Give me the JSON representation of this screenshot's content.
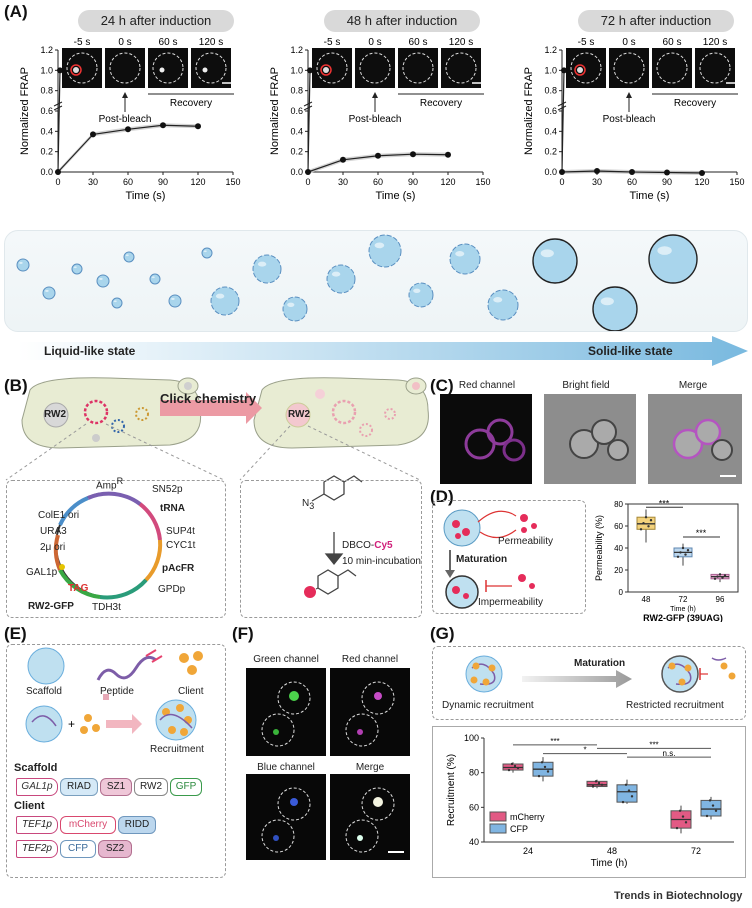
{
  "panel_labels": {
    "A": "(A)",
    "B": "(B)",
    "C": "(C)",
    "D": "(D)",
    "E": "(E)",
    "F": "(F)",
    "G": "(G)"
  },
  "frap": {
    "titles": [
      "24 h after induction",
      "48 h after induction",
      "72 h after induction"
    ],
    "timepoints": [
      "-5 s",
      "0 s",
      "60 s",
      "120 s"
    ],
    "ylabel": "Normalized FRAP",
    "xlabel": "Time (s)",
    "post_bleach": "Post-bleach",
    "recovery": "Recovery"
  },
  "chart_data": [
    {
      "type": "line",
      "title": "24 h after induction",
      "xlabel": "Time (s)",
      "ylabel": "Normalized FRAP",
      "xlim": [
        0,
        150
      ],
      "ylim": [
        0,
        1.2
      ],
      "x": [
        -5,
        0,
        30,
        60,
        90,
        120
      ],
      "y": [
        1.0,
        0.0,
        0.37,
        0.42,
        0.46,
        0.45
      ]
    },
    {
      "type": "line",
      "title": "48 h after induction",
      "xlabel": "Time (s)",
      "ylabel": "Normalized FRAP",
      "xlim": [
        0,
        150
      ],
      "ylim": [
        0,
        1.2
      ],
      "x": [
        -5,
        0,
        30,
        60,
        90,
        120
      ],
      "y": [
        1.0,
        0.0,
        0.12,
        0.16,
        0.175,
        0.17
      ]
    },
    {
      "type": "line",
      "title": "72 h after induction",
      "xlabel": "Time (s)",
      "ylabel": "Normalized FRAP",
      "xlim": [
        0,
        150
      ],
      "ylim": [
        0,
        1.2
      ],
      "x": [
        -5,
        0,
        30,
        60,
        90,
        120
      ],
      "y": [
        1.0,
        0.0,
        0.01,
        0.0,
        -0.005,
        -0.01
      ]
    },
    {
      "type": "box",
      "title": "",
      "xlabel": "RW2-GFP (39UAG)",
      "ylabel": "Permeability (%)",
      "ylim": [
        0,
        80
      ],
      "categories": [
        "48",
        "72",
        "96"
      ],
      "medians": [
        62,
        36,
        14
      ],
      "q1": [
        57,
        32,
        12
      ],
      "q3": [
        68,
        40,
        16
      ],
      "min": [
        45,
        24,
        9
      ],
      "max": [
        75,
        44,
        17
      ],
      "significance": [
        "***",
        "***"
      ],
      "tick_caption": "Time (h)"
    },
    {
      "type": "box",
      "title": "",
      "xlabel": "Time (h)",
      "ylabel": "Recruitment (%)",
      "ylim": [
        40,
        100
      ],
      "categories": [
        "24",
        "48",
        "72"
      ],
      "series": [
        {
          "name": "mCherry",
          "medians": [
            83,
            73,
            53
          ],
          "q1": [
            81.5,
            72,
            48
          ],
          "q3": [
            85,
            75,
            58
          ],
          "min": [
            80,
            71,
            45
          ],
          "max": [
            86,
            76,
            61
          ]
        },
        {
          "name": "CFP",
          "medians": [
            82,
            69,
            59
          ],
          "q1": [
            78,
            63,
            55
          ],
          "q3": [
            86,
            73,
            64
          ],
          "min": [
            75,
            62,
            53
          ],
          "max": [
            89,
            76,
            66
          ]
        }
      ],
      "significance": [
        "***",
        "***",
        "*",
        "n.s."
      ]
    }
  ],
  "state_arrow": {
    "left": "Liquid-like state",
    "right": "Solid-like state"
  },
  "panelB": {
    "rw2": "RW2",
    "click": "Click chemistry",
    "plasmid": [
      "ColE1 ori",
      "URA3",
      "2μ ori",
      "GAL1p",
      "TAG",
      "RW2-GFP",
      "TDH3t",
      "GPDp",
      "pAcFR",
      "CYC1t",
      "SUP4t",
      "tRNA",
      "SN52p",
      "Amp"
    ],
    "amp_sup": "R",
    "n3": "N",
    "n3_sub": "3",
    "dbco": "DBCO-",
    "cy5": "Cy5",
    "incubation": "10 min-incubation"
  },
  "panelC": {
    "titles": [
      "Red channel",
      "Bright field",
      "Merge"
    ]
  },
  "panelD": {
    "permeability": "Permeability",
    "maturation": "Maturation",
    "impermeability": "Impermeability"
  },
  "panelE": {
    "scaffold": "Scaffold",
    "peptide": "Peptide",
    "client": "Client",
    "recruitment": "Recruitment",
    "scaffold_h": "Scaffold",
    "client_h": "Client",
    "row1": [
      "GAL1p",
      "RIAD",
      "SZ1",
      "RW2",
      "GFP"
    ],
    "row2": [
      "TEF1p",
      "mCherry",
      "RIDD"
    ],
    "row3": [
      "TEF2p",
      "CFP",
      "SZ2"
    ]
  },
  "panelF": {
    "titles": [
      "Green channel",
      "Red channel",
      "Blue channel",
      "Merge"
    ]
  },
  "panelG": {
    "maturation": "Maturation",
    "dynamic": "Dynamic recruitment",
    "restricted": "Restricted recruitment"
  },
  "brand": "Trends in Biotechnology",
  "colors": {
    "droplet": "#a7d3ea",
    "magenta": "#b04fb7",
    "pink": "#e9567f",
    "blue": "#6aaedd",
    "arrow": "#79b9df"
  }
}
